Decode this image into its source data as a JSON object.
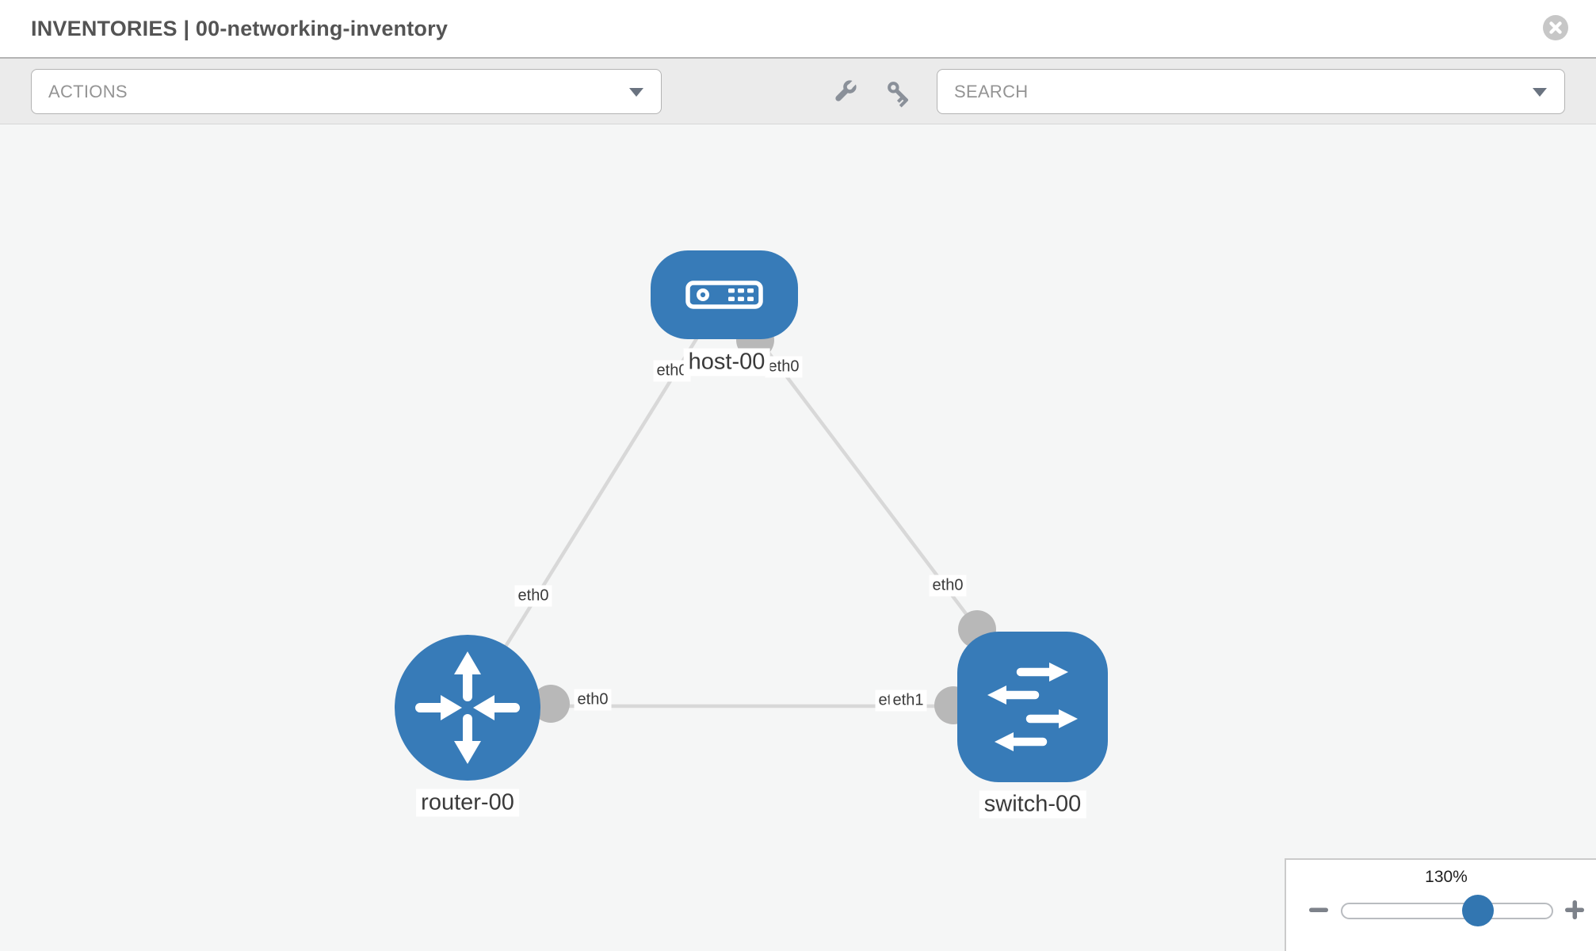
{
  "header": {
    "title": "INVENTORIES | 00-networking-inventory"
  },
  "toolbar": {
    "actions_label": "ACTIONS",
    "search_label": "SEARCH"
  },
  "canvas": {
    "nodes": [
      {
        "label": "host-00",
        "type": "host"
      },
      {
        "label": "router-00",
        "type": "router"
      },
      {
        "label": "switch-00",
        "type": "switch"
      }
    ],
    "links": [
      {
        "from": "host-00",
        "to": "router-00",
        "from_label": "eth0",
        "to_label": "eth0"
      },
      {
        "from": "host-00",
        "to": "switch-00",
        "from_label": "eth0",
        "to_label": "eth0"
      },
      {
        "from": "router-00",
        "to": "switch-00",
        "from_label": "eth0",
        "to_label": "eth1",
        "to_label_ghost": "eth0"
      }
    ]
  },
  "zoom": {
    "level": "130%"
  },
  "colors": {
    "node_blue": "#377bb8",
    "link_gray": "#d8d8d8",
    "connector_gray": "#b8b8b8",
    "thumb_blue": "#3276b1",
    "toolbar_bg": "#ebebeb",
    "canvas_bg": "#f5f6f6"
  }
}
